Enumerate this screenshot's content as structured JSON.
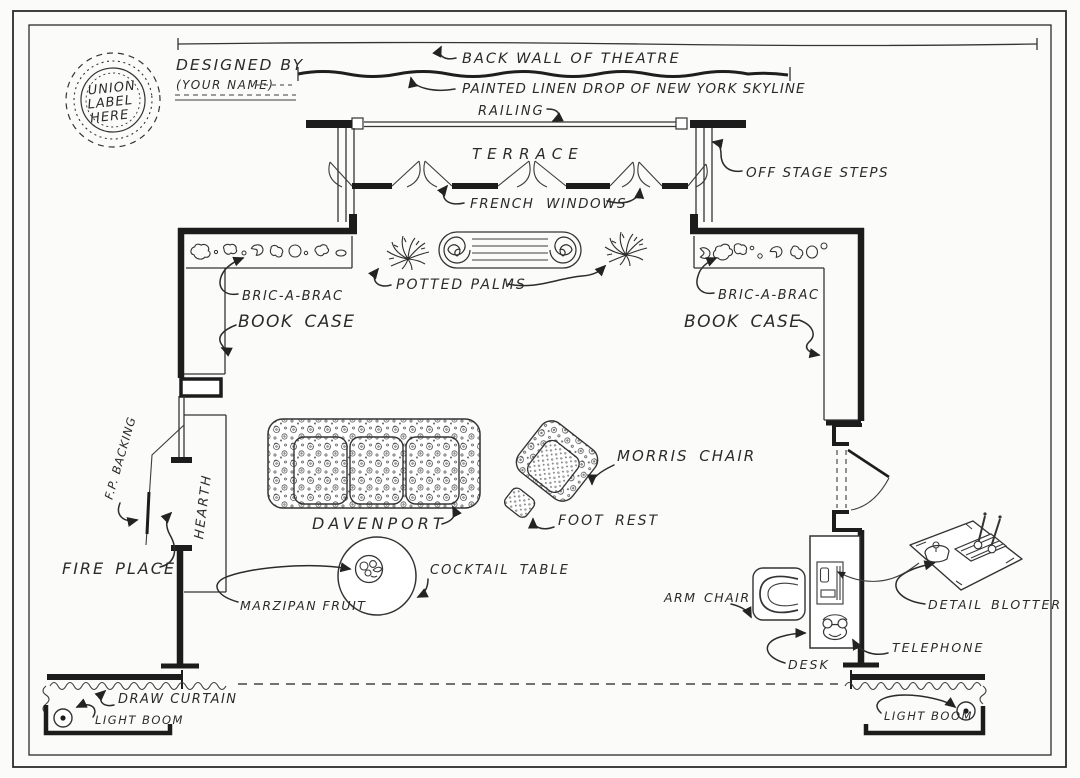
{
  "colors": {
    "paper": "#fbfbf9",
    "ink": "#1c1c1c",
    "line": "#343434"
  },
  "stamp": {
    "line1": "UNION",
    "line2": "LABEL",
    "line3": "HERE"
  },
  "credit": {
    "designed_by": "DESIGNED BY",
    "your_name": "(YOUR NAME)"
  },
  "stage": {
    "back_wall": "BACK WALL OF THEATRE",
    "painted_drop": "PAINTED LINEN DROP OF NEW YORK SKYLINE",
    "railing": "RAILING",
    "terrace": "TERRACE",
    "french_windows": "FRENCH WINDOWS",
    "off_stage_steps": "OFF STAGE STEPS",
    "draw_curtain": "DRAW CURTAIN",
    "light_boom_left": "LIGHT BOOM",
    "light_boom_right": "LIGHT BOOM"
  },
  "set_pieces": {
    "bric_a_brac_left": "BRIC-A-BRAC",
    "book_case_left": "BOOK CASE",
    "bric_a_brac_right": "BRIC-A-BRAC",
    "book_case_right": "BOOK CASE",
    "potted_palms": "POTTED PALMS",
    "fire_place": "FIRE PLACE",
    "hearth": "HEARTH",
    "fp_backing": "F.P. BACKING"
  },
  "furniture": {
    "davenport": "DAVENPORT",
    "morris_chair": "MORRIS CHAIR",
    "foot_rest": "FOOT REST",
    "cocktail_table": "COCKTAIL TABLE",
    "marzipan_fruit": "MARZIPAN FRUIT",
    "arm_chair": "ARM CHAIR",
    "desk": "DESK",
    "telephone": "TELEPHONE",
    "detail_blotter": "DETAIL BLOTTER"
  }
}
